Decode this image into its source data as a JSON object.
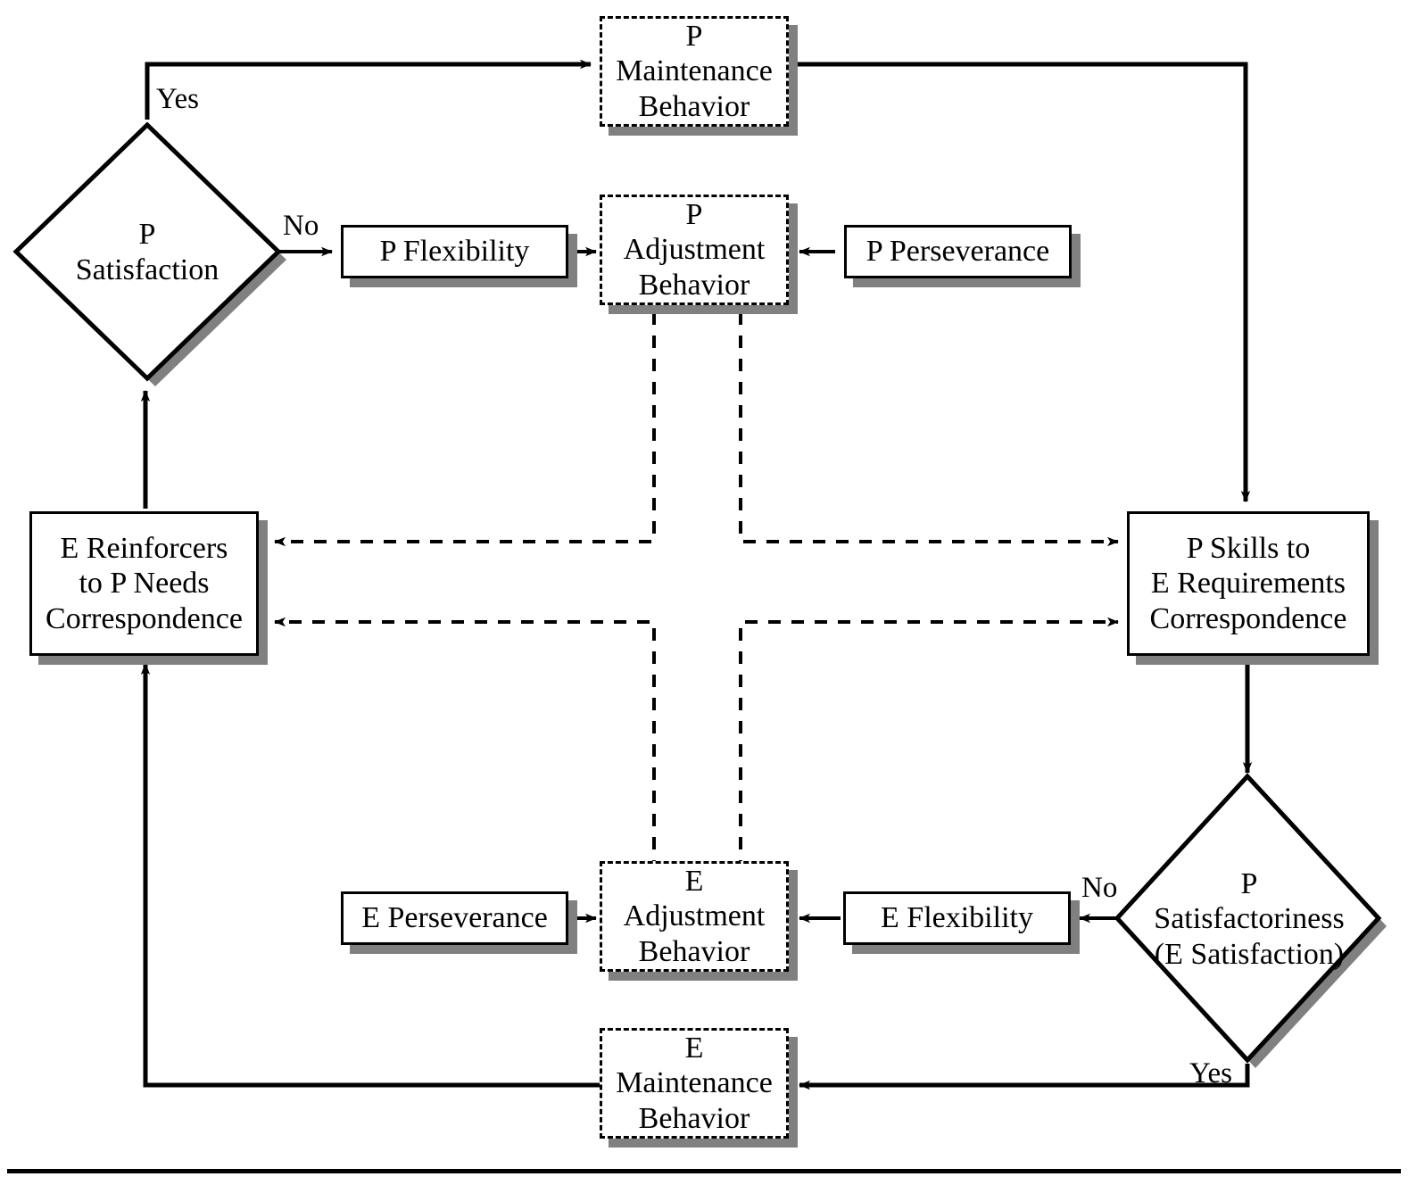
{
  "diagram": {
    "title": "Theory of Work Adjustment prediction cycle",
    "colors": {
      "stroke": "#000000",
      "fill": "#ffffff",
      "shadow": "#808080"
    },
    "nodes": {
      "p_maintenance_behavior": {
        "label": "P\nMaintenance\nBehavior",
        "shape": "dashed-rect"
      },
      "p_satisfaction": {
        "label": "P\nSatisfaction",
        "shape": "diamond"
      },
      "p_flexibility": {
        "label": "P Flexibility",
        "shape": "solid-rect"
      },
      "p_adjustment_behavior": {
        "label": "P\nAdjustment\nBehavior",
        "shape": "dashed-rect"
      },
      "p_perseverance": {
        "label": "P Perseverance",
        "shape": "solid-rect"
      },
      "e_reinforcers": {
        "label": "E Reinforcers\nto P Needs\nCorrespondence",
        "shape": "solid-rect"
      },
      "p_skills": {
        "label": "P Skills to\nE Requirements\nCorrespondence",
        "shape": "solid-rect"
      },
      "p_satisfactoriness": {
        "label": "P\nSatisfactoriness\n(E Satisfaction)",
        "shape": "diamond"
      },
      "e_perseverance": {
        "label": "E Perseverance",
        "shape": "solid-rect"
      },
      "e_adjustment_behavior": {
        "label": "E\nAdjustment\nBehavior",
        "shape": "dashed-rect"
      },
      "e_flexibility": {
        "label": "E Flexibility",
        "shape": "solid-rect"
      },
      "e_maintenance_behavior": {
        "label": "E\nMaintenance\nBehavior",
        "shape": "dashed-rect"
      }
    },
    "edge_labels": {
      "p_satisfaction_yes": "Yes",
      "p_satisfaction_no": "No",
      "p_satisfactoriness_no": "No",
      "p_satisfactoriness_yes": "Yes"
    }
  }
}
